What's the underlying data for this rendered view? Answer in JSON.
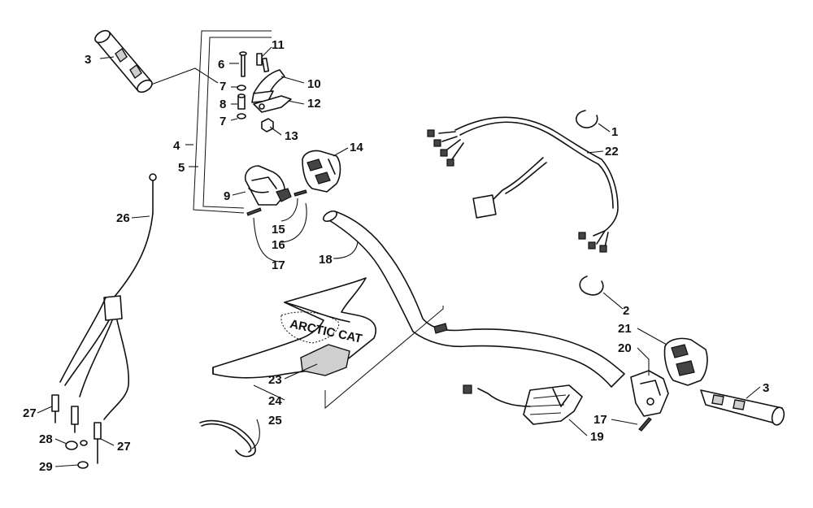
{
  "callouts": [
    {
      "id": "c3a",
      "text": "3"
    },
    {
      "id": "c6",
      "text": "6"
    },
    {
      "id": "c11",
      "text": "11"
    },
    {
      "id": "c7a",
      "text": "7"
    },
    {
      "id": "c10",
      "text": "10"
    },
    {
      "id": "c8",
      "text": "8"
    },
    {
      "id": "c12",
      "text": "12"
    },
    {
      "id": "c7b",
      "text": "7"
    },
    {
      "id": "c13",
      "text": "13"
    },
    {
      "id": "c4",
      "text": "4"
    },
    {
      "id": "c14",
      "text": "14"
    },
    {
      "id": "c5",
      "text": "5"
    },
    {
      "id": "c9",
      "text": "9"
    },
    {
      "id": "c15",
      "text": "15"
    },
    {
      "id": "c16",
      "text": "16"
    },
    {
      "id": "c17a",
      "text": "17"
    },
    {
      "id": "c18",
      "text": "18"
    },
    {
      "id": "c26",
      "text": "26"
    },
    {
      "id": "c1",
      "text": "1"
    },
    {
      "id": "c22",
      "text": "22"
    },
    {
      "id": "c2",
      "text": "2"
    },
    {
      "id": "c21",
      "text": "21"
    },
    {
      "id": "c20",
      "text": "20"
    },
    {
      "id": "c3b",
      "text": "3"
    },
    {
      "id": "c23",
      "text": "23"
    },
    {
      "id": "c24",
      "text": "24"
    },
    {
      "id": "c25",
      "text": "25"
    },
    {
      "id": "c17b",
      "text": "17"
    },
    {
      "id": "c19",
      "text": "19"
    },
    {
      "id": "c27a",
      "text": "27"
    },
    {
      "id": "c28",
      "text": "28"
    },
    {
      "id": "c27b",
      "text": "27"
    },
    {
      "id": "c29",
      "text": "29"
    }
  ],
  "pad_logo": "ARCTIC CAT"
}
